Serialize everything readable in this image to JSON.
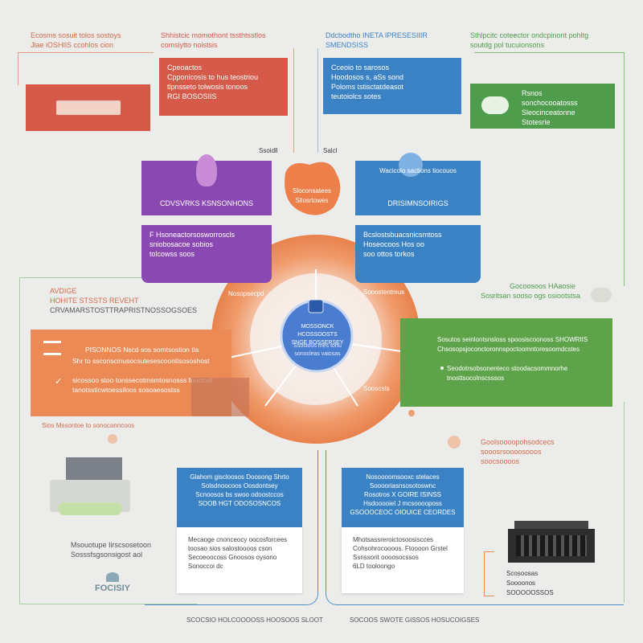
{
  "colors": {
    "red": "#d65a4a",
    "blue": "#3b82c4",
    "green": "#4f9c4c",
    "purple": "#8a48b2",
    "orange": "#ec8a55",
    "bg": "#ecedeb"
  },
  "top": {
    "left_caption": [
      "Ecosms sosuit tolos sostoys",
      "Jlae iOSHIlS ccohlos cion"
    ],
    "red_title": [
      "Shhistcic momothont tssthtsstlos",
      "comsiytto nolstsis"
    ],
    "red_card": [
      "Cpeoactos",
      "Cpponicosis to hus teostriou",
      "tlpnsseto tolwosis tonoos",
      "RGI BOSOSIIS"
    ],
    "blue_title": [
      "Ddcbodtho INETA IPRESESIIIR",
      "SMENDSISS"
    ],
    "blue_card": [
      "Cceoio to sarosos",
      "Hoodosos s, aSs sond",
      "Poloms tstisctatdeasot",
      "teutoiolcs sotes"
    ],
    "right_caption": [
      "Sthlpcitc coteector ondcpinont pohltg",
      "soutdg pol tucuionsons"
    ],
    "green_card": [
      "Rsnos",
      "sonchocooatosss",
      "Sleocinceatonne",
      "Stotesrie"
    ]
  },
  "mid": {
    "purple_head": "CDVSVRKS KSNSONHONS",
    "purple_body": [
      "F Hsoneactorsosworroscls",
      "sniobosacoe sobios",
      "tolcowss soos"
    ],
    "orange_blob": [
      "Sloconsatees",
      "Sllosrtowes"
    ],
    "blue_head_title": "Wacicolo sactions tiocouos",
    "blue_head": "DRISIMNSOIRIGS",
    "blue_body": [
      "Bcslostsbuacsnicsmtoss",
      "Hoseocoos Hos oo",
      "soo ottos torkos"
    ],
    "label_left_small": "Ssoidll",
    "label_right_small": "Salcl"
  },
  "center": {
    "title": [
      "MOSSONCK HCOSSOOSTS",
      "SNGE BOSSERSEY"
    ],
    "body": [
      "Ssostous mes tortu",
      "sonocleas vaiosas"
    ],
    "ring_label_top": "Nosopsecpd",
    "ring_label_right": "Sooostentmus",
    "ring_label_bottom": "Sooscsts"
  },
  "left_band": {
    "header": [
      "AVDIGE",
      "HOHITE STSSTS REVEHT",
      "CRVAMARSTOSTTRAPRISTNOSSOGSOES"
    ],
    "card_line1": "PISONNOS Nscd sos somtsostion tla",
    "card_line2": "Shr to ssconscinusocsutesescoontisososhost",
    "card_line3": "sicossoo stoo tonssecotmsmtosnosss fonctost",
    "card_line4": "tanotssticwtoessiloos sosoaesostss",
    "footer": "Sios Mssontoe to sonocanncoos"
  },
  "right_band": {
    "header": [
      "Gocoosoos HAaosie",
      "Sosritsan sooso ogs osiootstsa"
    ],
    "card_line1": "Sosutos seinlontsnsloss spoosiscoonoss SHOWRIIS",
    "card_line2": "Chsosopsjoconctoronnspoctoomntoresoomdcstes",
    "card_line3": "Seodotrsobsonenteco stoodacsommnorhe",
    "card_line4": "tnosttsocolnscsssos"
  },
  "bottom": {
    "left_caption": [
      "Msouotupe Iirscsosetoon",
      "Sosssfsgsonsigost aol"
    ],
    "badge": "FOCISIY",
    "card1_head": [
      "Glahom giscloosos Doosong Shrto",
      "Solsdnoocoos Oosdontsey",
      "Scnoosos bs swoo odoostccos",
      "SOOB HGT ODOSOSNCOS"
    ],
    "card1_body": [
      "Mecaoge cnonceocy oocosforcees",
      "toosao sios salostoooos cson",
      "Secoeoocoss Gnoosos oysono",
      "Sonoccoi dc"
    ],
    "card2_head": [
      "Nosoooomsooxc stelaces",
      "Sooooriasnsosotoswnc",
      "Rosotros X GOIRE ISINSS",
      "Hsdooooiel J mcsooooposs",
      "GSOOOCEOC OIOUICE CEORDES"
    ],
    "card2_body": [
      "Mhotsassreroictosoosiscces",
      "Cohsohrocoooos. Ftoooon Grstel",
      "Ssnssorit oooosocssos",
      "6LD tooloongo"
    ],
    "right_caption": [
      "Goolsoooopohsodcecs",
      "sooosrsoooosooos",
      "soocsoooos"
    ],
    "right_labels": [
      "Scosoosas",
      "Soooonos",
      "SOOOOOSSOS"
    ],
    "footer_left": "SCOCSIO HOLCOOOOSS HOOSOOS SLOOT",
    "footer_right": "SOCOOS SWOTE GISSOS HOSUCOIGSES"
  }
}
